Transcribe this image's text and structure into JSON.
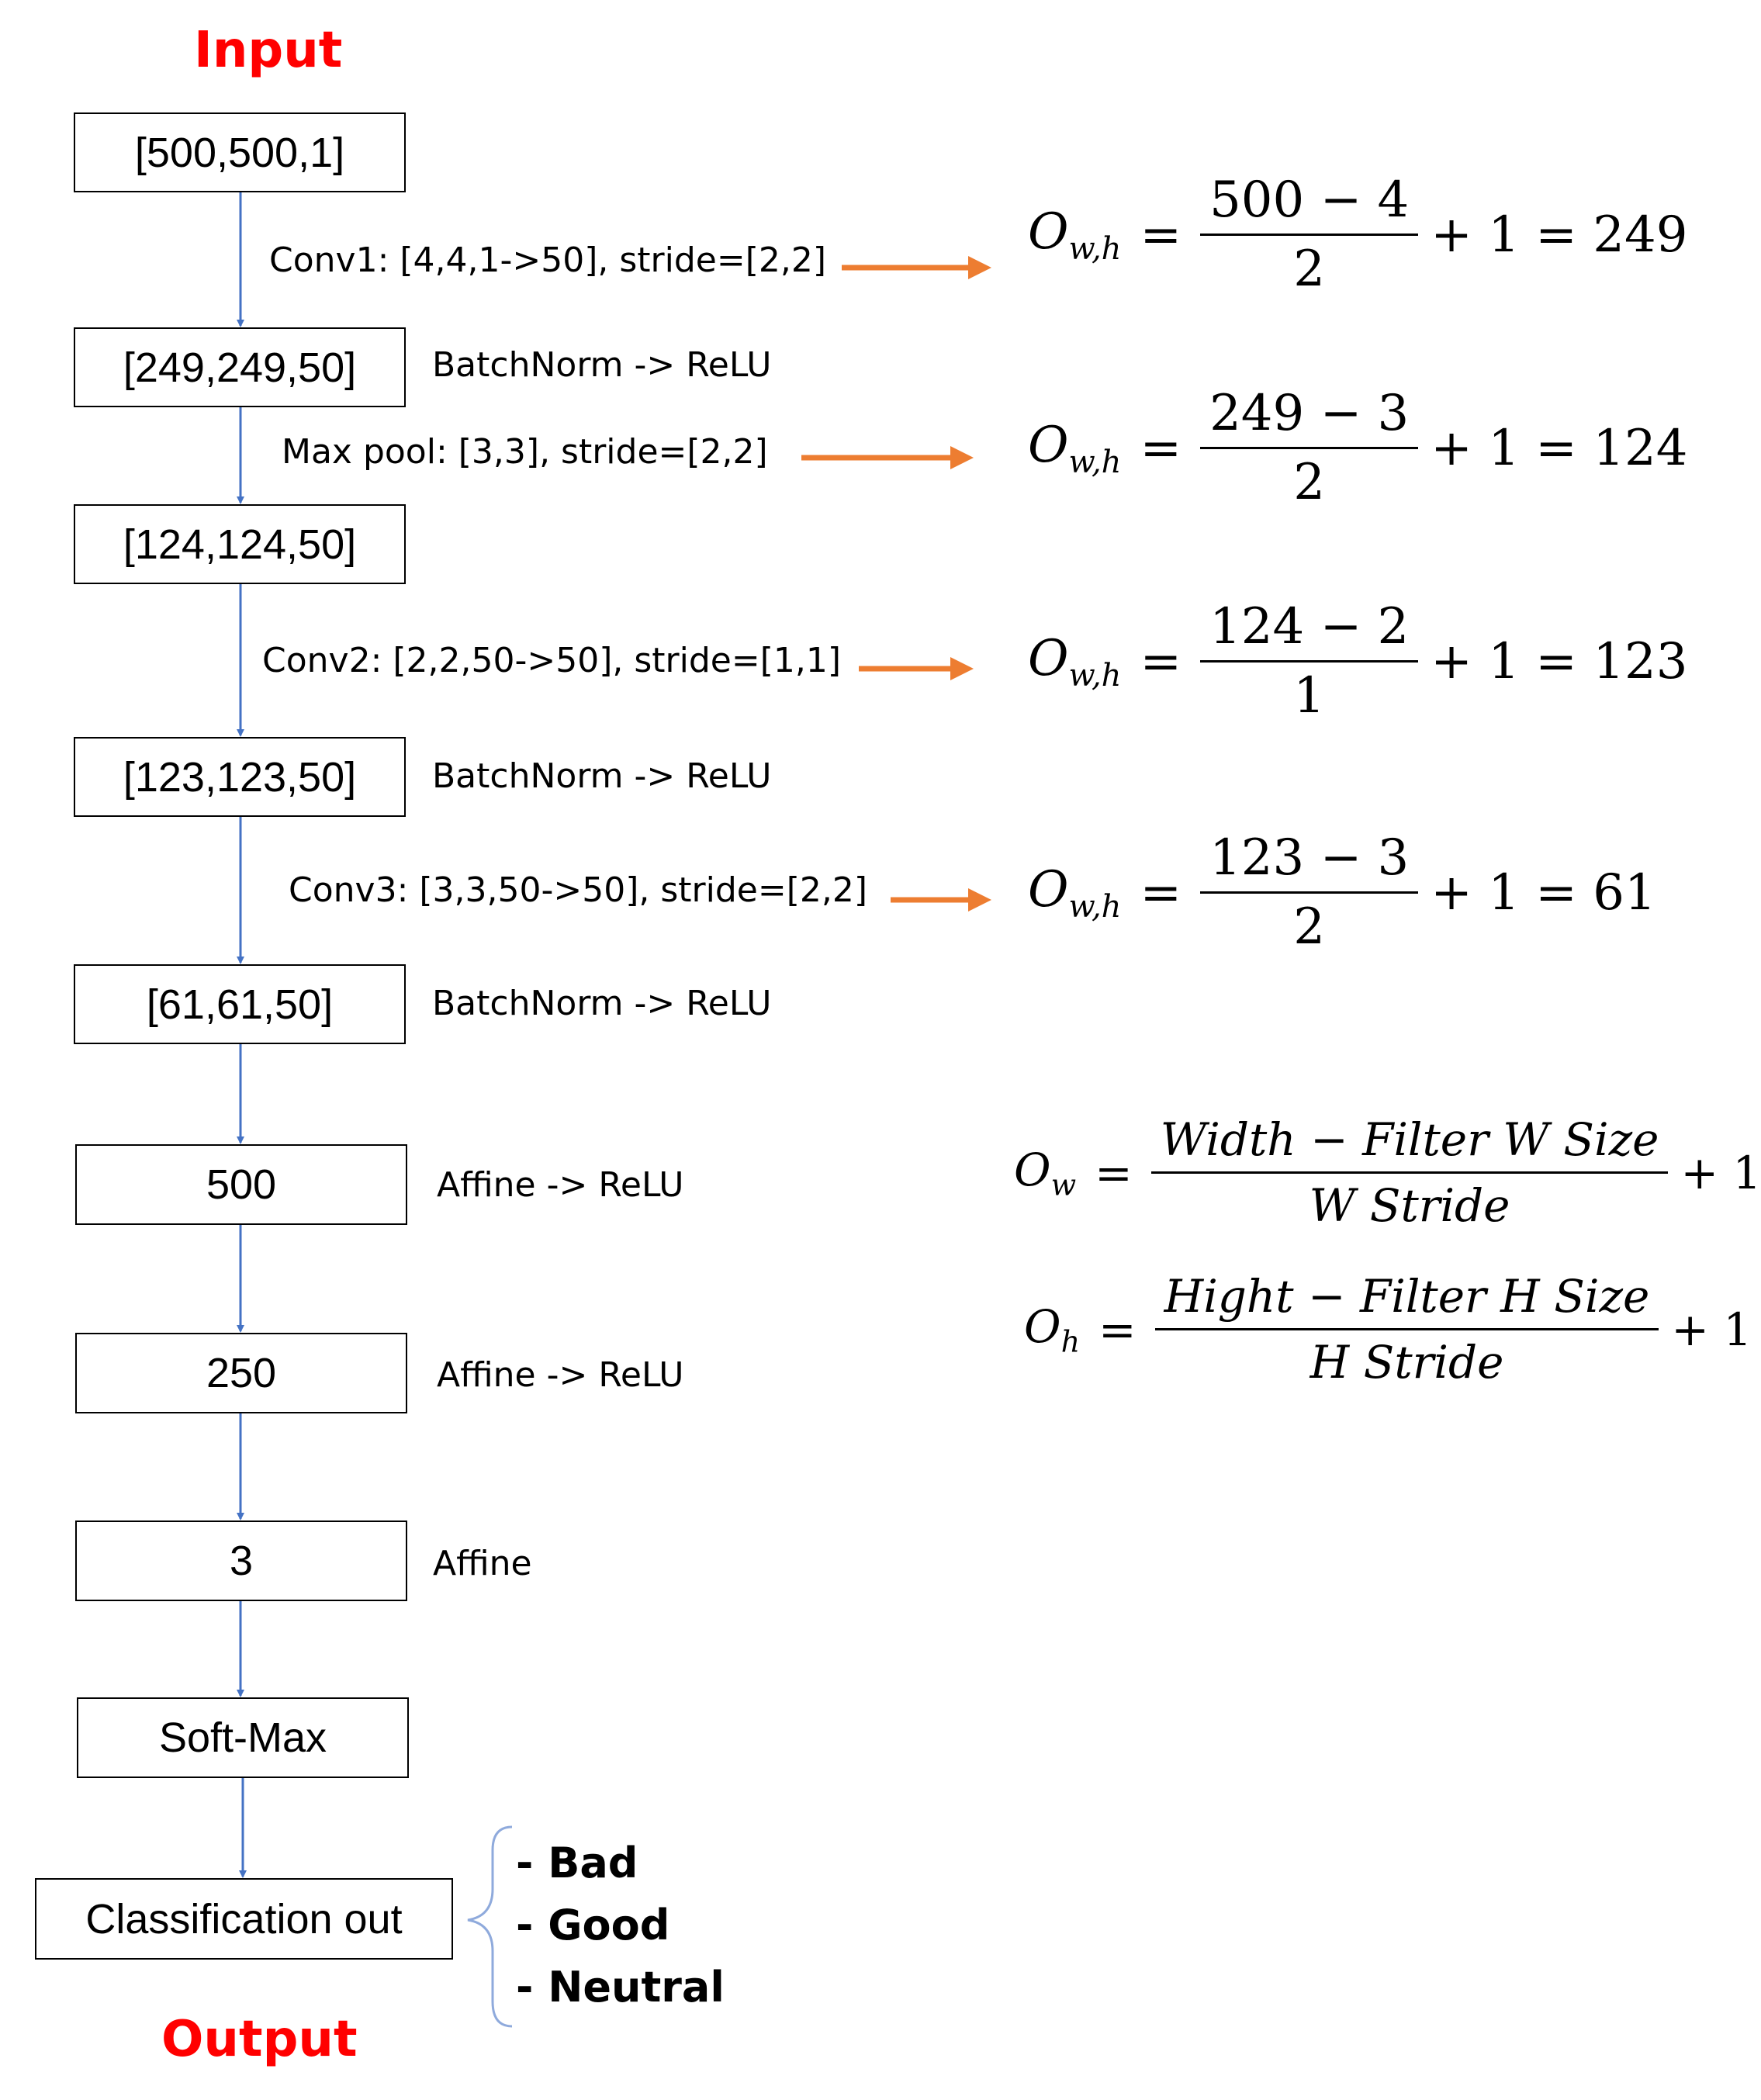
{
  "titles": {
    "input": "Input",
    "output": "Output"
  },
  "layers": [
    {
      "label": "[500,500,1]"
    },
    {
      "label": "[249,249,50]",
      "annotation": "BatchNorm -> ReLU"
    },
    {
      "label": "[124,124,50]"
    },
    {
      "label": "[123,123,50]",
      "annotation": "BatchNorm -> ReLU"
    },
    {
      "label": "[61,61,50]",
      "annotation": "BatchNorm -> ReLU"
    },
    {
      "label": "500",
      "annotation": "Affine -> ReLU"
    },
    {
      "label": "250",
      "annotation": "Affine -> ReLU"
    },
    {
      "label": "3",
      "annotation": "Affine"
    },
    {
      "label": "Soft-Max"
    },
    {
      "label": "Classification out"
    }
  ],
  "operations": [
    {
      "label": "Conv1: [4,4,1->50], stride=[2,2]",
      "eq": {
        "lhs": "O",
        "sub": "w,h",
        "num": "500 − 4",
        "den": "2",
        "rest": "+ 1 = 249"
      }
    },
    {
      "label": "Max pool: [3,3], stride=[2,2]",
      "eq": {
        "lhs": "O",
        "sub": "w,h",
        "num": "249 − 3",
        "den": "2",
        "rest": "+ 1 = 124"
      }
    },
    {
      "label": "Conv2: [2,2,50->50], stride=[1,1]",
      "eq": {
        "lhs": "O",
        "sub": "w,h",
        "num": "124 − 2",
        "den": "1",
        "rest": "+ 1 = 123"
      }
    },
    {
      "label": "Conv3: [3,3,50->50], stride=[2,2]",
      "eq": {
        "lhs": "O",
        "sub": "w,h",
        "num": "123 − 3",
        "den": "2",
        "rest": "+ 1 = 61"
      }
    }
  ],
  "general_formulas": [
    {
      "lhs": "O",
      "sub": "w",
      "num": "Width − Filter W Size",
      "den": "W Stride",
      "rest": "+ 1"
    },
    {
      "lhs": "O",
      "sub": "h",
      "num": "Hight − Filter H Size",
      "den": "H Stride",
      "rest": "+ 1"
    }
  ],
  "classes": [
    "- Bad",
    "- Good",
    "- Neutral"
  ],
  "colors": {
    "title": "#ff0000",
    "flow_arrow": "#4472c4",
    "op_arrow": "#ed7d31",
    "brace": "#8faadc"
  }
}
